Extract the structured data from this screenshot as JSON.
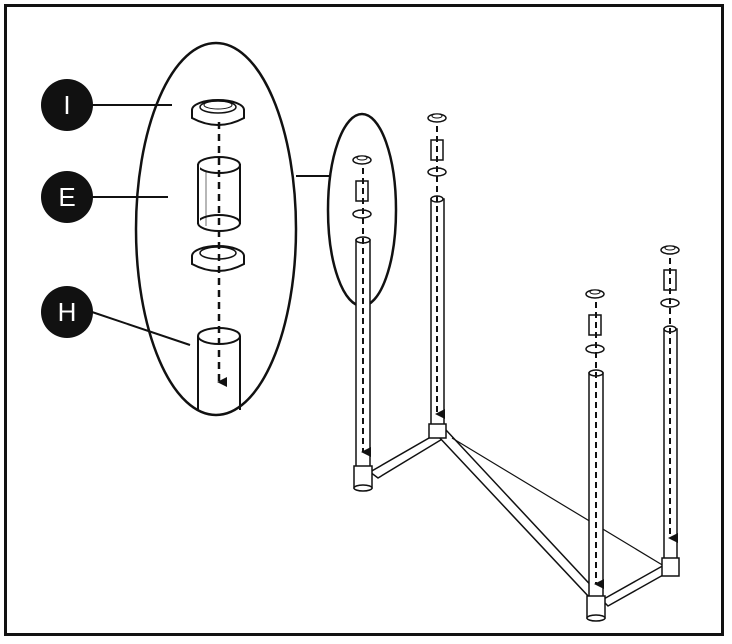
{
  "diagram": {
    "callouts": [
      {
        "id": "I",
        "label": "I",
        "part": "ring-nut"
      },
      {
        "id": "E",
        "label": "E",
        "part": "sleeve"
      },
      {
        "id": "H",
        "label": "H",
        "part": "leg-post"
      }
    ],
    "colors": {
      "ink": "#111111",
      "paper": "#ffffff",
      "badge": "#111111",
      "badge_text": "#ffffff"
    }
  }
}
